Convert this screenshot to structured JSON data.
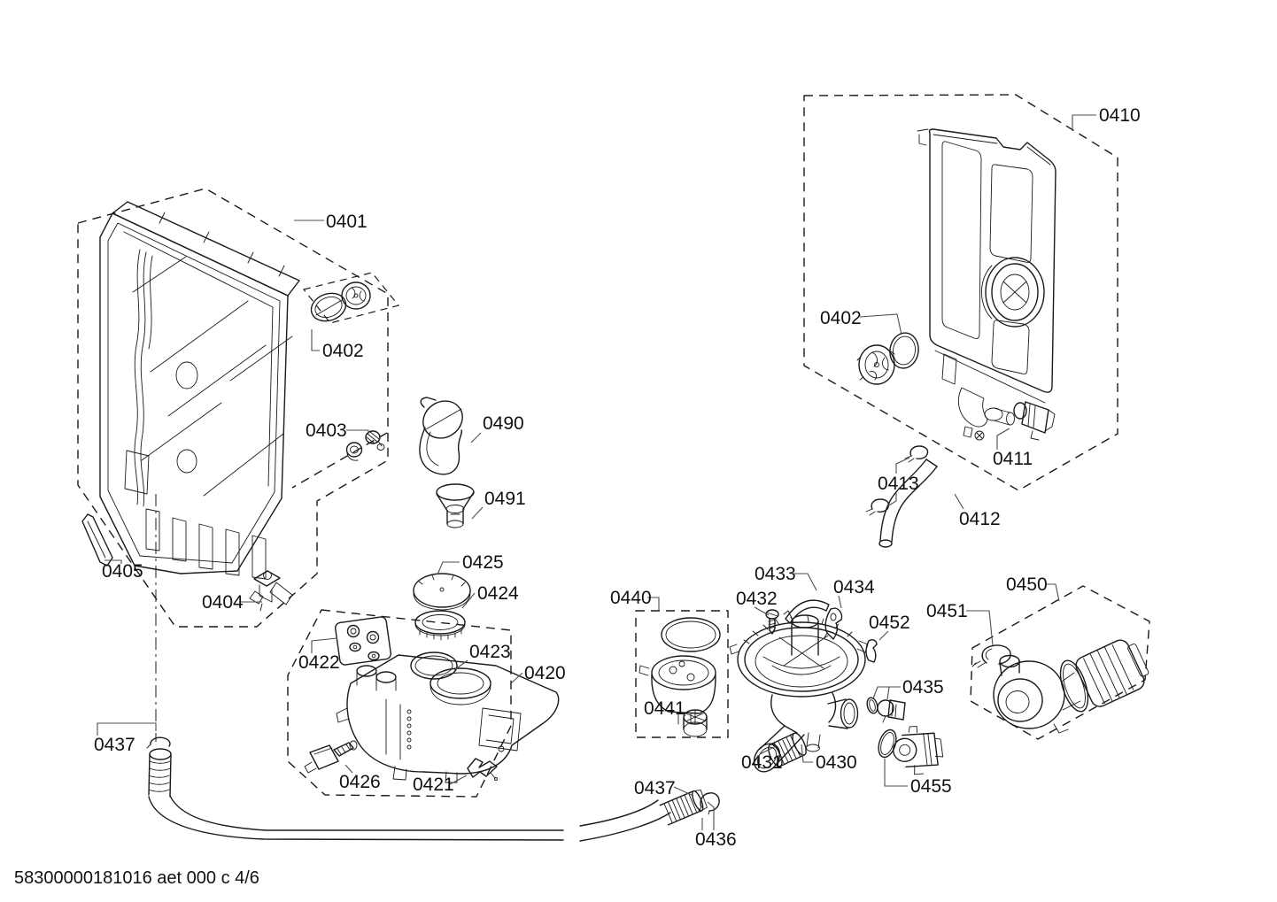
{
  "document": {
    "footer_text": "58300000181016 aet 000 c 4/6",
    "background_color": "#ffffff",
    "line_color": "#1a1a1a"
  },
  "diagram": {
    "labels": {
      "p0401": "0401",
      "p0402_left": "0402",
      "p0402_right": "0402",
      "p0403": "0403",
      "p0404": "0404",
      "p0405": "0405",
      "p0410": "0410",
      "p0411": "0411",
      "p0412": "0412",
      "p0413": "0413",
      "p0420": "0420",
      "p0421": "0421",
      "p0422": "0422",
      "p0423": "0423",
      "p0424": "0424",
      "p0425": "0425",
      "p0426": "0426",
      "p0430": "0430",
      "p0431": "0431",
      "p0432": "0432",
      "p0433": "0433",
      "p0434": "0434",
      "p0435": "0435",
      "p0436": "0436",
      "p0437_left": "0437",
      "p0437_bottom": "0437",
      "p0440": "0440",
      "p0441": "0441",
      "p0450": "0450",
      "p0451": "0451",
      "p0452": "0452",
      "p0455": "0455",
      "p0490": "0490",
      "p0491": "0491"
    }
  }
}
